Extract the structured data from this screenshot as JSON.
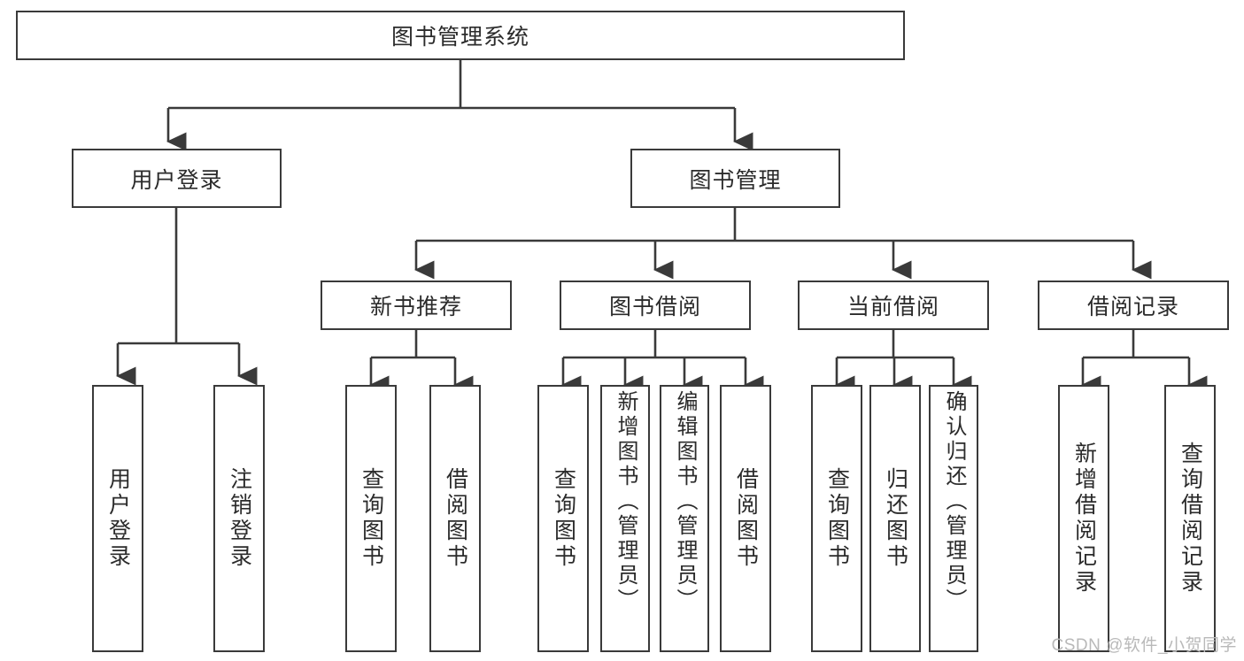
{
  "diagram": {
    "type": "tree-hierarchy-diagram",
    "title": "图书管理系统",
    "watermark": "CSDN @软件_小贺同学",
    "colors": {
      "box_border": "#3a3a3a",
      "box_fill": "#ffffff",
      "connector": "#3a3a3a",
      "text": "#2b2b2b",
      "watermark": "#b9b9b9",
      "background": "#ffffff"
    },
    "root": {
      "label": "图书管理系统"
    },
    "level2": [
      {
        "id": "user-login",
        "label": "用户登录"
      },
      {
        "id": "book-management",
        "label": "图书管理"
      }
    ],
    "level3": [
      {
        "id": "new-book-recommend",
        "label": "新书推荐",
        "parent": "book-management"
      },
      {
        "id": "book-borrow",
        "label": "图书借阅",
        "parent": "book-management"
      },
      {
        "id": "current-borrow",
        "label": "当前借阅",
        "parent": "book-management"
      },
      {
        "id": "borrow-record",
        "label": "借阅记录",
        "parent": "book-management"
      }
    ],
    "leaves": {
      "user-login": [
        {
          "id": "leaf-user-login",
          "label": "用户登录"
        },
        {
          "id": "leaf-user-logout",
          "label": "注销登录"
        }
      ],
      "new-book-recommend": [
        {
          "id": "leaf-query-book-1",
          "label": "查询图书"
        },
        {
          "id": "leaf-borrow-book-1",
          "label": "借阅图书"
        }
      ],
      "book-borrow": [
        {
          "id": "leaf-query-book-2",
          "label": "查询图书"
        },
        {
          "id": "leaf-add-book-admin",
          "label": "新增图书（管理员）"
        },
        {
          "id": "leaf-edit-book-admin",
          "label": "编辑图书（管理员）"
        },
        {
          "id": "leaf-borrow-book-2",
          "label": "借阅图书"
        }
      ],
      "current-borrow": [
        {
          "id": "leaf-query-book-3",
          "label": "查询图书"
        },
        {
          "id": "leaf-return-book",
          "label": "归还图书"
        },
        {
          "id": "leaf-confirm-return-admin",
          "label": "确认归还（管理员）"
        }
      ],
      "borrow-record": [
        {
          "id": "leaf-add-borrow-record",
          "label": "新增借阅记录"
        },
        {
          "id": "leaf-query-borrow-record",
          "label": "查询借阅记录"
        }
      ]
    }
  }
}
